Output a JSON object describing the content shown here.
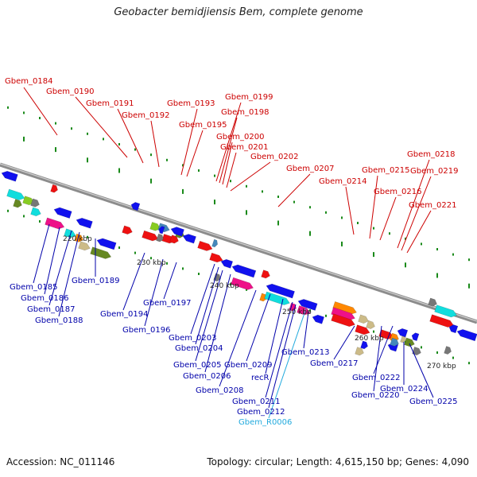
{
  "title": "Geobacter bemidjiensis Bem, complete genome",
  "footer": {
    "accession": "Accession: NC_011146",
    "summary": "Topology: circular; Length: 4,615,150 bp; Genes: 4,090"
  },
  "colors": {
    "backbone": "#8c8c8c",
    "tick": "#1a8a1a",
    "top_label": "#cc0000",
    "bottom_label": "#0000aa",
    "rna_label": "#22aadd",
    "gene_red": "#ee1111",
    "gene_blue": "#1111ee",
    "gene_magenta": "#ee1188",
    "gene_cyan": "#11dddd",
    "gene_olive": "#668822",
    "gene_orange": "#ff8800",
    "gene_tan": "#ccbb88",
    "gene_steel": "#4488bb",
    "gene_gray": "#777777",
    "gene_lime": "#88cc22"
  },
  "kbp_labels": [
    "220 kbp",
    "230 kbp",
    "240 kbp",
    "250 kbp",
    "260 kbp",
    "270 kbp"
  ],
  "top_labels": [
    "Gbem_0184",
    "Gbem_0190",
    "Gbem_0191",
    "Gbem_0192",
    "Gbem_0193",
    "Gbem_0195",
    "Gbem_0199",
    "Gbem_0198",
    "Gbem_0200",
    "Gbem_0201",
    "Gbem_0202",
    "Gbem_0207",
    "Gbem_0214",
    "Gbem_0215",
    "Gbem_0216",
    "Gbem_0218",
    "Gbem_0219",
    "Gbem_0221"
  ],
  "bottom_labels": [
    "Gbem_0185",
    "Gbem_0186",
    "Gbem_0187",
    "Gbem_0188",
    "Gbem_0189",
    "Gbem_0194",
    "Gbem_0196",
    "Gbem_0197",
    "Gbem_0203",
    "Gbem_0204",
    "Gbem_0205",
    "Gbem_0206",
    "Gbem_0208",
    "Gbem_0209",
    "recR",
    "Gbem_0211",
    "Gbem_0212",
    "Gbem_R0006",
    "Gbem_0213",
    "Gbem_0217",
    "Gbem_0220",
    "Gbem_0222",
    "Gbem_0224",
    "Gbem_0225"
  ]
}
